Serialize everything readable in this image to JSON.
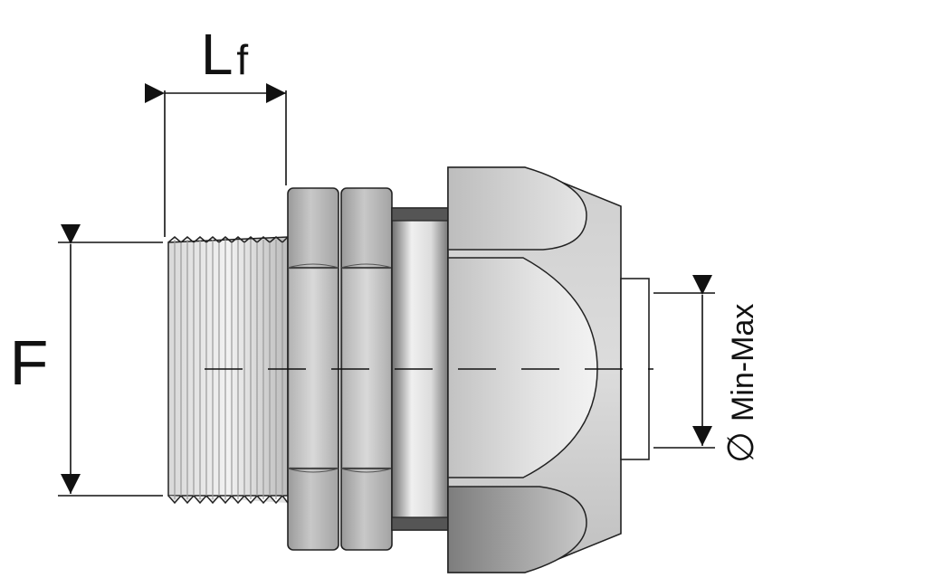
{
  "labels": {
    "thread_length": "Lf",
    "thread_diameter": "F",
    "cable_range": "Min-Max",
    "diameter_symbol": "∅"
  },
  "colors": {
    "body_light": "#d9d9d9",
    "body_mid": "#bdbdbd",
    "body_dark": "#8a8a8a",
    "outline": "#222222",
    "dimension": "#111111"
  },
  "icons": {
    "diameter": "diameter-symbol-icon"
  }
}
